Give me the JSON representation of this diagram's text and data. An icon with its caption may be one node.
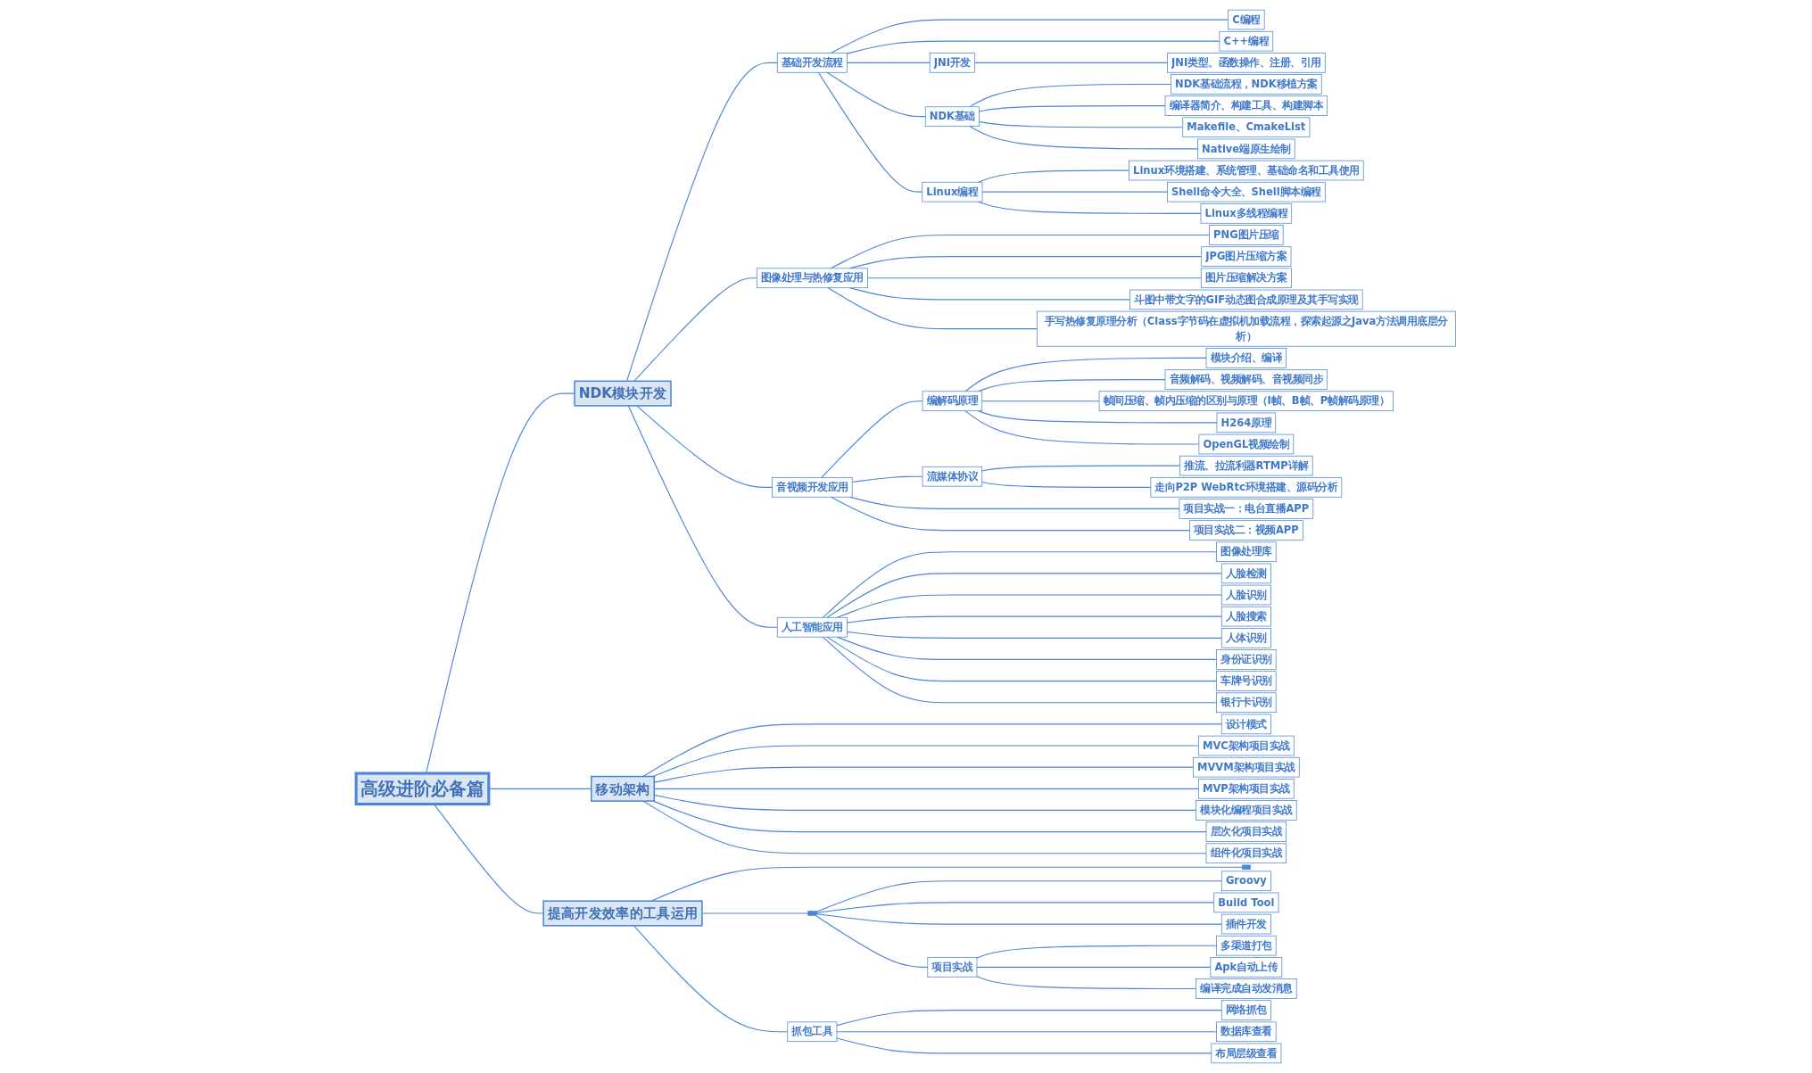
{
  "diagram": {
    "nodes": [
      {
        "text": [
          "高级进阶必备篇"
        ]
      },
      {
        "text": [
          "NDK模块开发"
        ]
      },
      {
        "text": [
          "基础开发流程"
        ]
      },
      {
        "text": [
          "C编程"
        ]
      },
      {
        "text": [
          "C++编程"
        ]
      },
      {
        "text": [
          "JNI开发"
        ]
      },
      {
        "text": [
          "JNI类型、函数操作、注册、引用"
        ]
      },
      {
        "text": [
          "NDK基础"
        ]
      },
      {
        "text": [
          "NDK基础流程，NDK移植方案"
        ]
      },
      {
        "text": [
          "编译器简介、构建工具、构建脚本"
        ]
      },
      {
        "text": [
          "Makefile、CmakeList"
        ]
      },
      {
        "text": [
          "Native端原生绘制"
        ]
      },
      {
        "text": [
          "Linux编程"
        ]
      },
      {
        "text": [
          "Linux环境搭建、系统管理、基础命名和工具使用"
        ]
      },
      {
        "text": [
          "Shell命令大全、Shell脚本编程"
        ]
      },
      {
        "text": [
          "Linux多线程编程"
        ]
      },
      {
        "text": [
          "图像处理与热修复应用"
        ]
      },
      {
        "text": [
          "PNG图片压缩"
        ]
      },
      {
        "text": [
          "JPG图片压缩方案"
        ]
      },
      {
        "text": [
          "图片压缩解决方案"
        ]
      },
      {
        "text": [
          "斗图中带文字的GIF动态图合成原理及其手写实现"
        ]
      },
      {
        "text": [
          "手写热修复原理分析（Class字节码在虚拟机加载流程，探索起源之Java方法调用底层分析）"
        ]
      },
      {
        "text": [
          "音视频开发应用"
        ]
      },
      {
        "text": [
          "编解码原理"
        ]
      },
      {
        "text": [
          "模块介绍、编译"
        ]
      },
      {
        "text": [
          "音频解码、视频解码、音视频同步"
        ]
      },
      {
        "text": [
          "帧间压缩、帧内压缩的区别与原理（I帧、B帧、P帧解码原理）"
        ]
      },
      {
        "text": [
          "H264原理"
        ]
      },
      {
        "text": [
          "OpenGL视频绘制"
        ]
      },
      {
        "text": [
          "流媒体协议"
        ]
      },
      {
        "text": [
          "推流、拉流利器RTMP详解"
        ]
      },
      {
        "text": [
          "走向P2P WebRtc环境搭建、源码分析"
        ]
      },
      {
        "text": [
          "项目实战一：电台直播APP"
        ]
      },
      {
        "text": [
          "项目实战二：视频APP"
        ]
      },
      {
        "text": [
          "人工智能应用"
        ]
      },
      {
        "text": [
          "图像处理库"
        ]
      },
      {
        "text": [
          "人脸检测"
        ]
      },
      {
        "text": [
          "人脸识别"
        ]
      },
      {
        "text": [
          "人脸搜索"
        ]
      },
      {
        "text": [
          "人体识别"
        ]
      },
      {
        "text": [
          "身份证识别"
        ]
      },
      {
        "text": [
          "车牌号识别"
        ]
      },
      {
        "text": [
          "银行卡识别"
        ]
      },
      {
        "text": [
          "移动架构"
        ]
      },
      {
        "text": [
          "设计模式"
        ]
      },
      {
        "text": [
          "MVC架构项目实战"
        ]
      },
      {
        "text": [
          "MVVM架构项目实战"
        ]
      },
      {
        "text": [
          "MVP架构项目实战"
        ]
      },
      {
        "text": [
          "模块化编程项目实战"
        ]
      },
      {
        "text": [
          "层次化项目实战"
        ]
      },
      {
        "text": [
          "组件化项目实战"
        ]
      },
      {
        "text": [
          "提高开发效率的工具运用"
        ]
      },
      {
        "text": [],
        "shape": "bar"
      },
      {
        "text": [],
        "shape": "bar"
      },
      {
        "text": [
          "Groovy"
        ]
      },
      {
        "text": [
          "Build Tool"
        ]
      },
      {
        "text": [
          "插件开发"
        ]
      },
      {
        "text": [
          "项目实战"
        ]
      },
      {
        "text": [
          "多渠道打包"
        ]
      },
      {
        "text": [
          "Apk自动上传"
        ]
      },
      {
        "text": [
          "编译完成自动发消息"
        ]
      },
      {
        "text": [
          "抓包工具"
        ]
      },
      {
        "text": [
          "网络抓包"
        ]
      },
      {
        "text": [
          "数据库查看"
        ]
      },
      {
        "text": [
          "布局层级查看"
        ]
      }
    ],
    "edges": [
      {
        "from": 0,
        "to": 1,
        "arrow": "none"
      },
      {
        "from": 1,
        "to": 2,
        "arrow": "none"
      },
      {
        "from": 2,
        "to": 3,
        "arrow": "none"
      },
      {
        "from": 2,
        "to": 4,
        "arrow": "none"
      },
      {
        "from": 2,
        "to": 5,
        "arrow": "none"
      },
      {
        "from": 5,
        "to": 6,
        "arrow": "none"
      },
      {
        "from": 2,
        "to": 7,
        "arrow": "none"
      },
      {
        "from": 7,
        "to": 8,
        "arrow": "none"
      },
      {
        "from": 7,
        "to": 9,
        "arrow": "none"
      },
      {
        "from": 7,
        "to": 10,
        "arrow": "none"
      },
      {
        "from": 7,
        "to": 11,
        "arrow": "none"
      },
      {
        "from": 2,
        "to": 12,
        "arrow": "none"
      },
      {
        "from": 12,
        "to": 13,
        "arrow": "none"
      },
      {
        "from": 12,
        "to": 14,
        "arrow": "none"
      },
      {
        "from": 12,
        "to": 15,
        "arrow": "none"
      },
      {
        "from": 1,
        "to": 16,
        "arrow": "none"
      },
      {
        "from": 16,
        "to": 17,
        "arrow": "none"
      },
      {
        "from": 16,
        "to": 18,
        "arrow": "none"
      },
      {
        "from": 16,
        "to": 19,
        "arrow": "none"
      },
      {
        "from": 16,
        "to": 20,
        "arrow": "none"
      },
      {
        "from": 16,
        "to": 21,
        "arrow": "none"
      },
      {
        "from": 1,
        "to": 22,
        "arrow": "none"
      },
      {
        "from": 22,
        "to": 23,
        "arrow": "none"
      },
      {
        "from": 23,
        "to": 24,
        "arrow": "none"
      },
      {
        "from": 23,
        "to": 25,
        "arrow": "none"
      },
      {
        "from": 23,
        "to": 26,
        "arrow": "none"
      },
      {
        "from": 23,
        "to": 27,
        "arrow": "none"
      },
      {
        "from": 23,
        "to": 28,
        "arrow": "none"
      },
      {
        "from": 22,
        "to": 29,
        "arrow": "none"
      },
      {
        "from": 29,
        "to": 30,
        "arrow": "none"
      },
      {
        "from": 29,
        "to": 31,
        "arrow": "none"
      },
      {
        "from": 22,
        "to": 32,
        "arrow": "none"
      },
      {
        "from": 22,
        "to": 33,
        "arrow": "none"
      },
      {
        "from": 1,
        "to": 34,
        "arrow": "none"
      },
      {
        "from": 34,
        "to": 35,
        "arrow": "none"
      },
      {
        "from": 34,
        "to": 36,
        "arrow": "none"
      },
      {
        "from": 34,
        "to": 37,
        "arrow": "none"
      },
      {
        "from": 34,
        "to": 38,
        "arrow": "none"
      },
      {
        "from": 34,
        "to": 39,
        "arrow": "none"
      },
      {
        "from": 34,
        "to": 40,
        "arrow": "none"
      },
      {
        "from": 34,
        "to": 41,
        "arrow": "none"
      },
      {
        "from": 34,
        "to": 42,
        "arrow": "none"
      },
      {
        "from": 0,
        "to": 43,
        "arrow": "none"
      },
      {
        "from": 43,
        "to": 44,
        "arrow": "none"
      },
      {
        "from": 43,
        "to": 45,
        "arrow": "none"
      },
      {
        "from": 43,
        "to": 46,
        "arrow": "none"
      },
      {
        "from": 43,
        "to": 47,
        "arrow": "none"
      },
      {
        "from": 43,
        "to": 48,
        "arrow": "none"
      },
      {
        "from": 43,
        "to": 49,
        "arrow": "none"
      },
      {
        "from": 43,
        "to": 50,
        "arrow": "none"
      },
      {
        "from": 0,
        "to": 51,
        "arrow": "none"
      },
      {
        "from": 51,
        "to": 52,
        "arrow": "none"
      },
      {
        "from": 51,
        "to": 53,
        "arrow": "none"
      },
      {
        "from": 53,
        "to": 54,
        "arrow": "none"
      },
      {
        "from": 53,
        "to": 55,
        "arrow": "none"
      },
      {
        "from": 53,
        "to": 56,
        "arrow": "none"
      },
      {
        "from": 53,
        "to": 57,
        "arrow": "none"
      },
      {
        "from": 57,
        "to": 58,
        "arrow": "none"
      },
      {
        "from": 57,
        "to": 59,
        "arrow": "none"
      },
      {
        "from": 57,
        "to": 60,
        "arrow": "none"
      },
      {
        "from": 51,
        "to": 61,
        "arrow": "none"
      },
      {
        "from": 61,
        "to": 62,
        "arrow": "none"
      },
      {
        "from": 61,
        "to": 63,
        "arrow": "none"
      },
      {
        "from": 61,
        "to": 64,
        "arrow": "none"
      }
    ]
  }
}
